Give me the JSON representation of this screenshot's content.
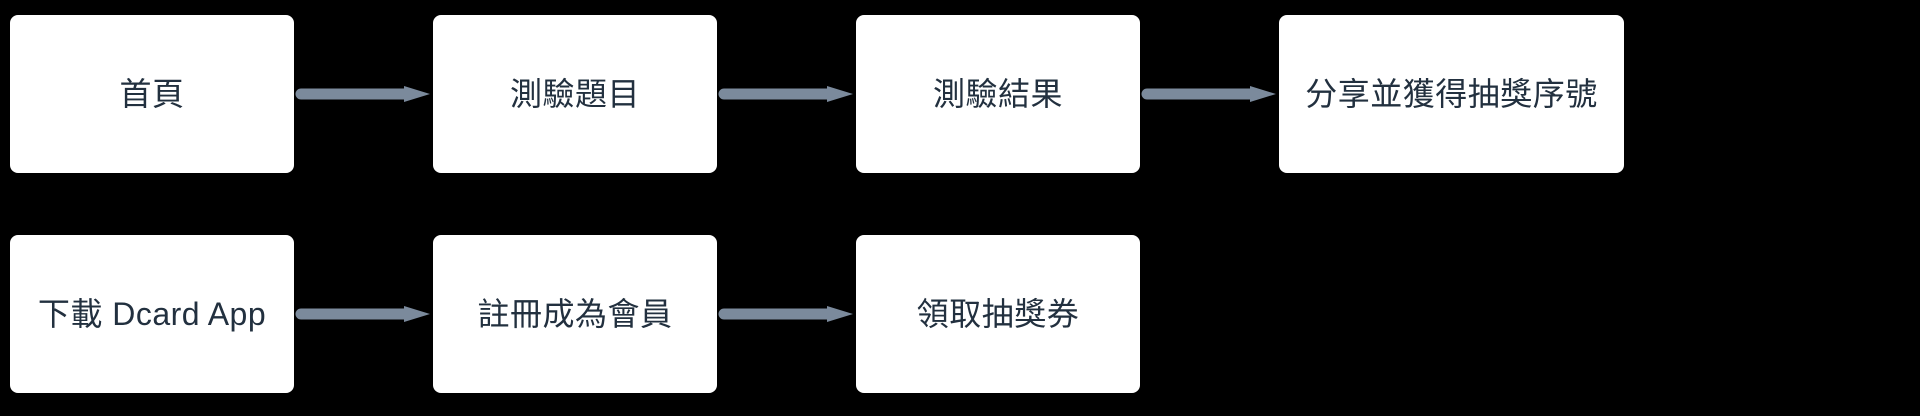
{
  "diagram": {
    "type": "flowchart",
    "title": "",
    "background_color": "#000000",
    "node_fill_color": "#ffffff",
    "node_text_color": "#22303f",
    "arrow_color": "#7b8a9c",
    "rows": [
      {
        "id": "row-1",
        "nodes": [
          {
            "id": "n1",
            "label": "首頁"
          },
          {
            "id": "n2",
            "label": "測驗題目"
          },
          {
            "id": "n3",
            "label": "測驗結果"
          },
          {
            "id": "n4",
            "label": "分享並獲得抽獎序號"
          }
        ],
        "arrows": [
          {
            "id": "a1",
            "from": "n1",
            "to": "n2",
            "label": ""
          },
          {
            "id": "a2",
            "from": "n2",
            "to": "n3",
            "label": ""
          },
          {
            "id": "a3",
            "from": "n3",
            "to": "n4",
            "label": ""
          }
        ]
      },
      {
        "id": "row-2",
        "nodes": [
          {
            "id": "n5",
            "label": "下載 Dcard App"
          },
          {
            "id": "n6",
            "label": "註冊成為會員"
          },
          {
            "id": "n7",
            "label": "領取抽獎券"
          }
        ],
        "arrows": [
          {
            "id": "a4",
            "from": "n5",
            "to": "n6",
            "label": ""
          },
          {
            "id": "a5",
            "from": "n6",
            "to": "n7",
            "label": ""
          }
        ]
      }
    ]
  }
}
